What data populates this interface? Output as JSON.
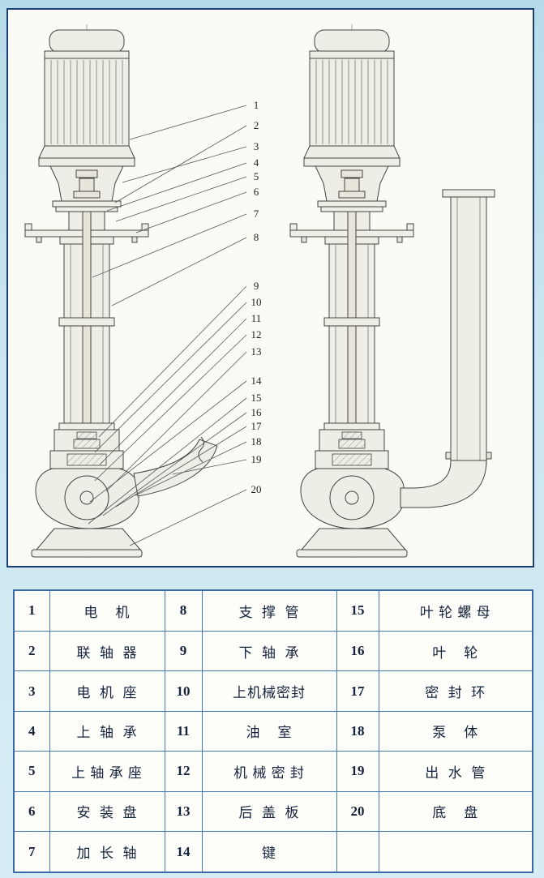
{
  "colors": {
    "panel_border": "#1c3f77",
    "table_border": "#4878b0",
    "page_background": "#c8e5f0",
    "drawing_line": "#44443f"
  },
  "diagram": {
    "description": "vertical-long-shaft-pump-cross-sections",
    "callouts": [
      "1",
      "2",
      "3",
      "4",
      "5",
      "6",
      "7",
      "8",
      "9",
      "10",
      "11",
      "12",
      "13",
      "14",
      "15",
      "16",
      "17",
      "18",
      "19",
      "20"
    ]
  },
  "table": {
    "rows": [
      [
        "1",
        "电    机",
        "8",
        "支  撑  管",
        "15",
        "叶 轮 螺 母"
      ],
      [
        "2",
        "联  轴  器",
        "9",
        "下  轴  承",
        "16",
        "叶    轮"
      ],
      [
        "3",
        "电  机  座",
        "10",
        "上机械密封",
        "17",
        "密  封  环"
      ],
      [
        "4",
        "上  轴  承",
        "11",
        "油    室",
        "18",
        "泵    体"
      ],
      [
        "5",
        "上 轴 承 座",
        "12",
        "机 械 密 封",
        "19",
        "出  水  管"
      ],
      [
        "6",
        "安  装  盘",
        "13",
        "后  盖  板",
        "20",
        "底    盘"
      ],
      [
        "7",
        "加  长  轴",
        "14",
        "键",
        "",
        ""
      ]
    ]
  }
}
